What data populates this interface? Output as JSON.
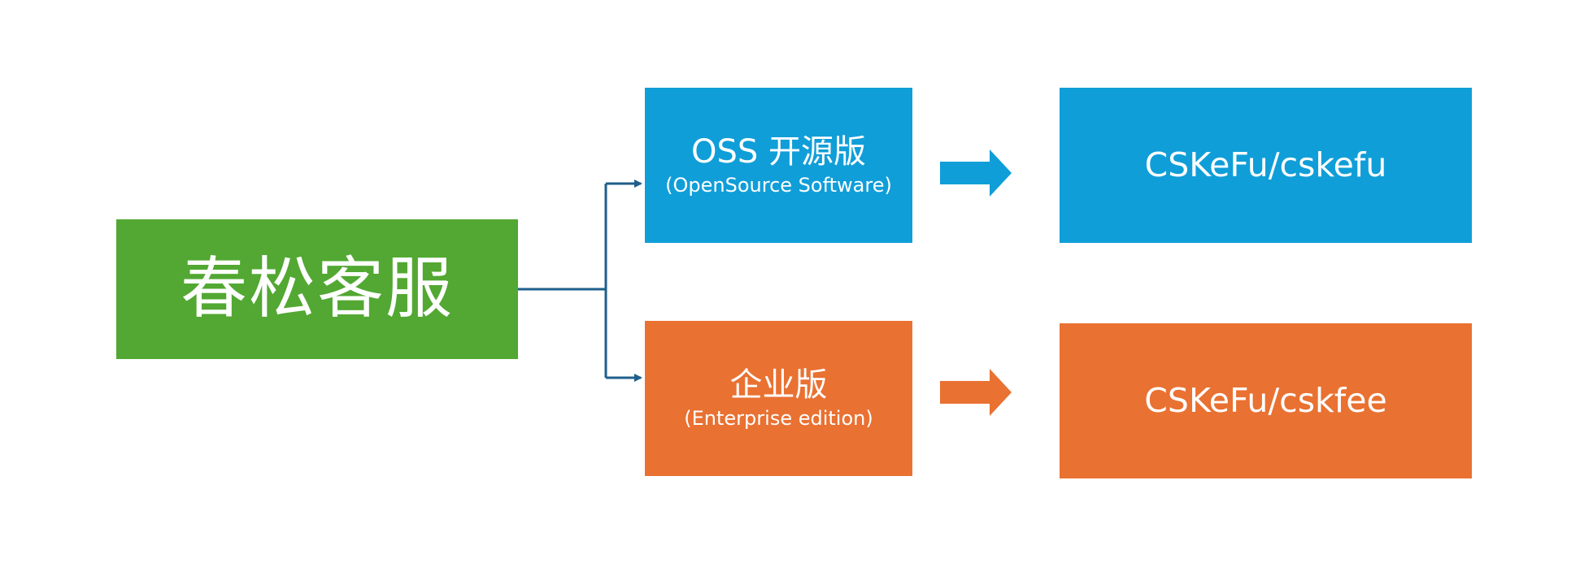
{
  "root": {
    "label": "春松客服",
    "color": "#52a832"
  },
  "branches": [
    {
      "title": "OSS 开源版",
      "subtitle": "(OpenSource Software)",
      "color": "#109ed8",
      "repo": "CSKeFu/cskefu"
    },
    {
      "title": "企业版",
      "subtitle": "(Enterprise edition)",
      "color": "#e97132",
      "repo": "CSKeFu/cskfee"
    }
  ],
  "connector_color": "#1f5f8b"
}
